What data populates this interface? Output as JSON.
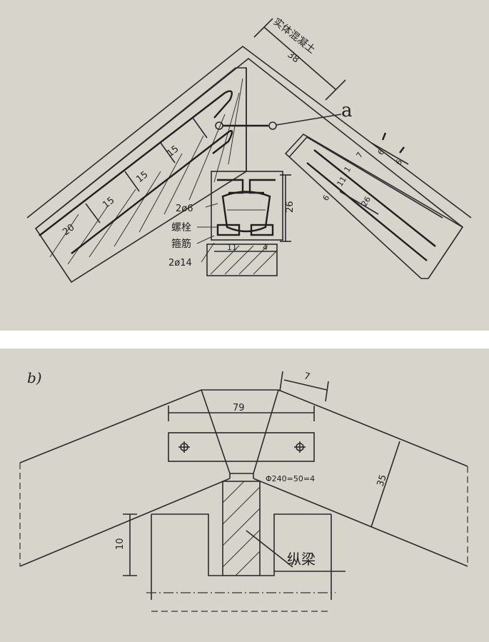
{
  "panel_a": {
    "concrete_label": "实体混凝土",
    "dim_top": "38",
    "detail_label": "a",
    "rebar_1": "2ø6",
    "rebar_2": "螺栓",
    "rebar_3": "箍筋",
    "rebar_4": "2ø14",
    "spacing_1": "20",
    "spacing_2": "15",
    "spacing_3": "15",
    "spacing_4": "15",
    "dim_height": "26",
    "dim_bottom_left": "11",
    "dim_bottom_right": "4",
    "section_dim_1": "6",
    "section_dim_2": "6",
    "section_dim_3": "7",
    "section_dim_4": "1",
    "section_dim_5": "11",
    "section_dim_6": "26",
    "section_dim_7": "6"
  },
  "panel_b": {
    "panel_label": "b)",
    "dim_top": "7",
    "dim_width": "79",
    "dim_side": "35",
    "plate_spec": "Φ240=50=4",
    "dim_height": "10",
    "beam_label": "纵梁"
  }
}
